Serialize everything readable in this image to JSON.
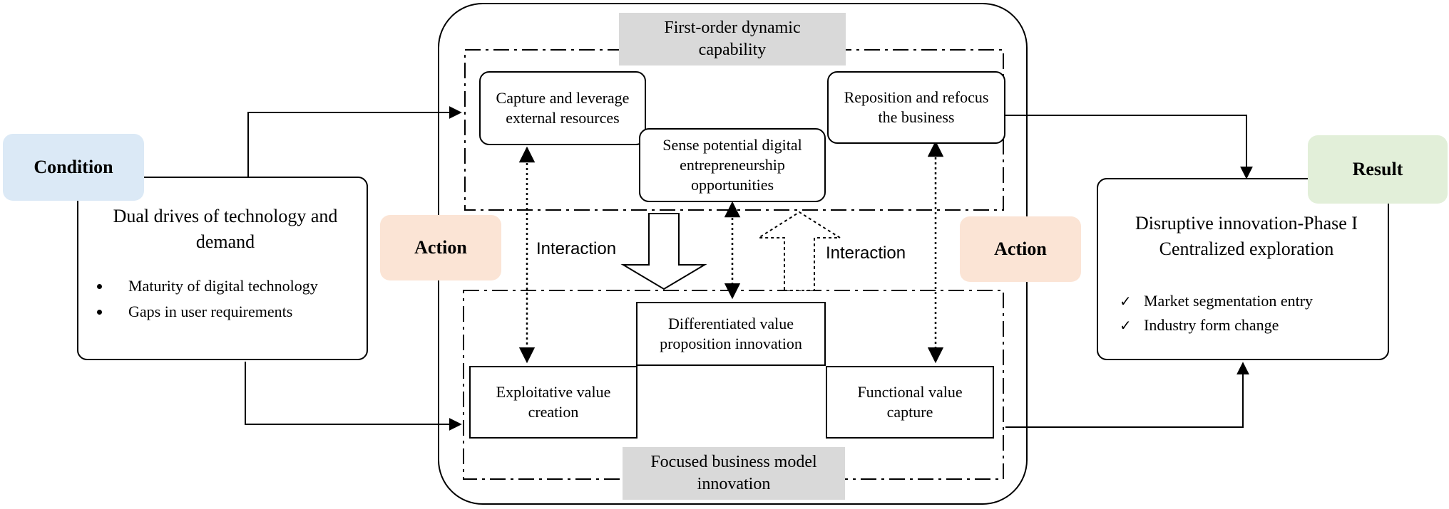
{
  "condition": {
    "tag": "Condition",
    "title": "Dual drives of technology and demand",
    "bullets": [
      "Maturity of digital technology",
      "Gaps in user requirements"
    ]
  },
  "capability": {
    "title": "First-order dynamic capability",
    "capture": "Capture and leverage external resources",
    "sense": "Sense potential digital entrepreneurship opportunities",
    "reposition": "Reposition and refocus the business"
  },
  "business_model": {
    "title": "Focused business model innovation",
    "differentiated": "Differentiated value proposition innovation",
    "exploitative": "Exploitative value creation",
    "functional": "Functional value capture"
  },
  "action_left": "Action",
  "action_right": "Action",
  "interaction_left": "Interaction",
  "interaction_right": "Interaction",
  "result": {
    "tag": "Result",
    "title": "Disruptive innovation-Phase I Centralized exploration",
    "checks": [
      "Market segmentation entry",
      "Industry form change"
    ]
  },
  "colors": {
    "condition_tag": "#dbe9f6",
    "action_tag": "#fbe4d5",
    "result_tag": "#e2efd9",
    "title_tag": "#d9d9d9"
  }
}
